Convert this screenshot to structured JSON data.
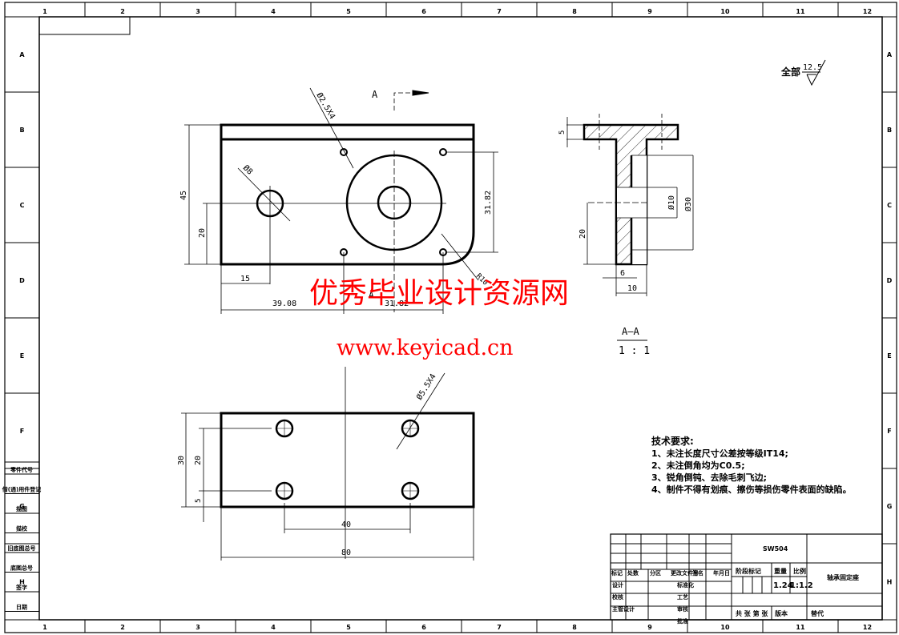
{
  "frame": {
    "columns": [
      "1",
      "2",
      "3",
      "4",
      "5",
      "6",
      "7",
      "8",
      "9",
      "10",
      "11",
      "12"
    ],
    "rows": [
      "A",
      "B",
      "C",
      "D",
      "E",
      "F",
      "G",
      "H"
    ]
  },
  "roughness": {
    "prefix": "全部",
    "value": "12.5"
  },
  "front_view": {
    "section_mark": "A",
    "dims": {
      "height": "45",
      "hole_height": "20",
      "left_offset": "15",
      "span_left": "39.08",
      "span_right": "31.82",
      "vertical_spacing": "31.82",
      "small_hole": "Ø2.5X4",
      "left_hole": "Ø8",
      "radius": "R10",
      "section_mark_bottom": "A"
    }
  },
  "section_view": {
    "label": "A—A",
    "scale": "1 : 1",
    "dims": {
      "flange": "5",
      "height": "20",
      "bore": "Ø10",
      "outer": "Ø30",
      "inner_width": "6",
      "width": "10"
    }
  },
  "top_view": {
    "dims": {
      "height": "30",
      "hole_spacing_v": "20",
      "edge": "5",
      "hole_spacing_h": "40",
      "width": "80",
      "holes": "Ø5.5X4"
    }
  },
  "tech_requirements": {
    "title": "技术要求:",
    "items": [
      "1、未注长度尺寸公差按等级IT14;",
      "2、未注倒角均为C0.5;",
      "3、锐角倒钝、去除毛刺飞边;",
      "4、制件不得有划痕、擦伤等损伤零件表面的缺陷。"
    ]
  },
  "side_table": [
    "零件代号",
    "借(通)用件登记",
    "描图",
    "描校",
    "旧底图总号",
    "底图总号",
    "签字",
    "日期"
  ],
  "title_block": {
    "drawing_no": "SW504",
    "part_name": "轴承固定座",
    "headers": [
      "标记",
      "处数",
      "分区",
      "更改文件号",
      "签名",
      "年月日"
    ],
    "roles": [
      "设计",
      "校核",
      "主管设计",
      ""
    ],
    "roles2": [
      "标准化",
      "工艺",
      "审核",
      "批准"
    ],
    "stage_label": "阶段标记",
    "weight_label": "重量",
    "scale_label": "比例",
    "weight": "1.24",
    "scale": "1:1.2",
    "sheets": "共  张 第  张",
    "version": "版本",
    "replaces": "替代"
  },
  "watermark": {
    "title": "优秀毕业设计资源网",
    "url": "www.keyicad.cn"
  }
}
